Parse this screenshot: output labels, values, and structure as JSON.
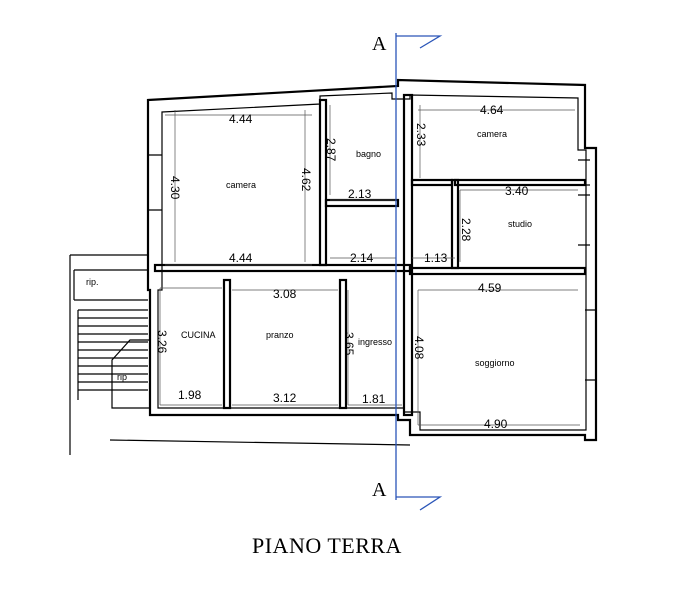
{
  "title": "PIANO TERRA",
  "section": {
    "top": "A",
    "bottom": "A"
  },
  "rooms": {
    "camera_left": "camera",
    "bagno": "bagno",
    "camera_right": "camera",
    "studio": "studio",
    "cucina": "CUCINA",
    "pranzo": "pranzo",
    "ingresso": "ingresso",
    "soggiorno": "soggiorno",
    "rip_top": "rip.",
    "rip_bottom": "rip"
  },
  "dimensions": {
    "camera_left_top": "4.44",
    "camera_left_bottom": "4.44",
    "camera_left_height_left": "4.30",
    "camera_left_height_right": "4.62",
    "bagno_height": "2.87",
    "bagno_width": "2.13",
    "corridor_width": "2.14",
    "camera_right_width": "4.64",
    "camera_right_height": "2.33",
    "studio_width": "3.40",
    "studio_height": "2.28",
    "hall_width": "1.13",
    "pranzo_top": "3.08",
    "pranzo_bottom": "3.12",
    "cucina_height": "3.26",
    "cucina_width": "1.98",
    "ingresso_height": "3.65",
    "ingresso_width": "1.81",
    "soggiorno_top": "4.59",
    "soggiorno_bottom": "4.90",
    "soggiorno_height": "4.08"
  },
  "colors": {
    "section_line": "#2a55b8",
    "walls": "#000000"
  }
}
